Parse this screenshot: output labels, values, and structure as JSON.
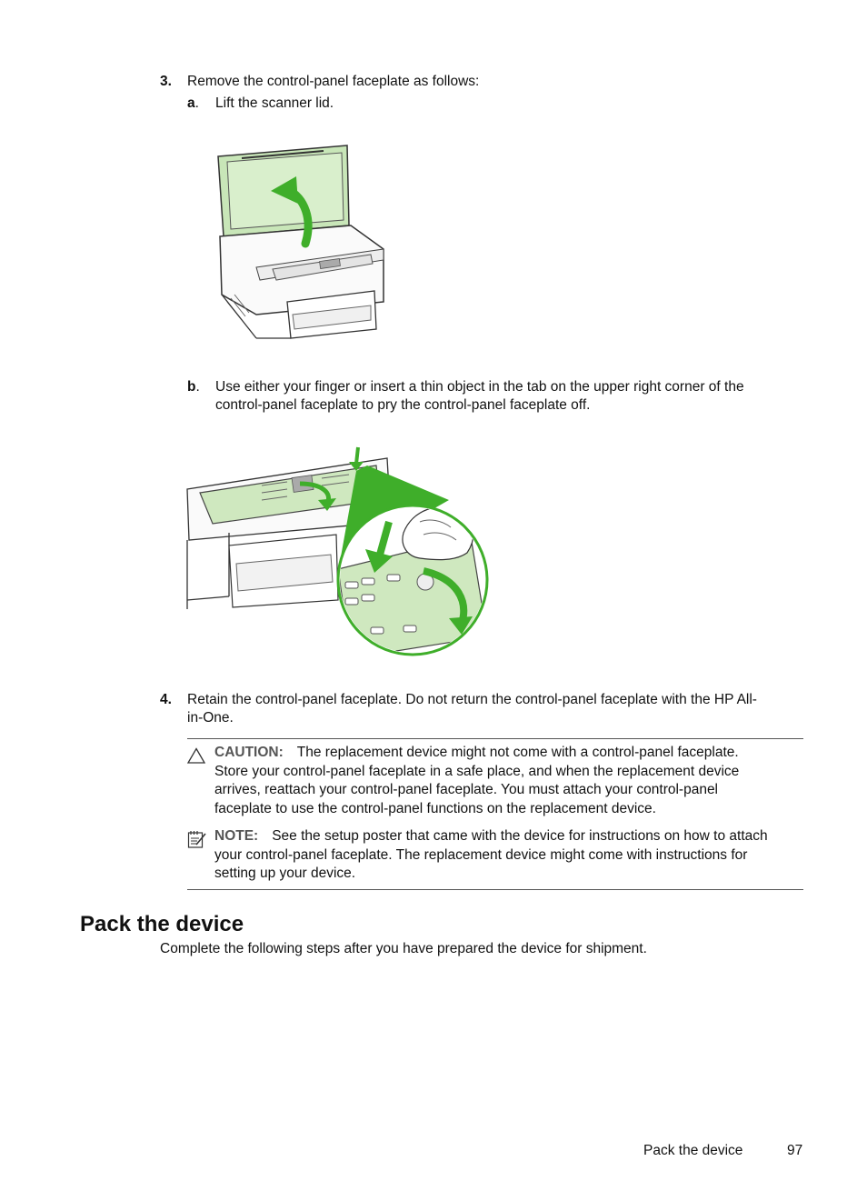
{
  "step3": {
    "number": "3.",
    "text": "Remove the control-panel faceplate as follows:",
    "sub_a": {
      "letter": "a",
      "text": "Lift the scanner lid."
    },
    "sub_b": {
      "letter": "b",
      "line1": "Use either your finger or insert a thin object in the tab on the upper right corner of the",
      "line2": "control-panel faceplate to pry the control-panel faceplate off."
    }
  },
  "step4": {
    "number": "4.",
    "line1": "Retain the control-panel faceplate. Do not return the control-panel faceplate with the HP All-",
    "line2": "in-One."
  },
  "caution": {
    "label": "CAUTION:",
    "line1": "The replacement device might not come with a control-panel faceplate.",
    "line2": "Store your control-panel faceplate in a safe place, and when the replacement device",
    "line3": "arrives, reattach your control-panel faceplate. You must attach your control-panel",
    "line4": "faceplate to use the control-panel functions on the replacement device."
  },
  "note": {
    "label": "NOTE:",
    "line1": "See the setup poster that came with the device for instructions on how to attach",
    "line2": "your control-panel faceplate. The replacement device might come with instructions for",
    "line3": "setting up your device."
  },
  "section": {
    "title": "Pack the device",
    "intro": "Complete the following steps after you have prepared the device for shipment."
  },
  "footer": {
    "section": "Pack the device",
    "page": "97"
  },
  "colors": {
    "arrow_green": "#3fae2a",
    "lid_green": "#c8e6b8",
    "panel_green": "#cfe8bf"
  }
}
